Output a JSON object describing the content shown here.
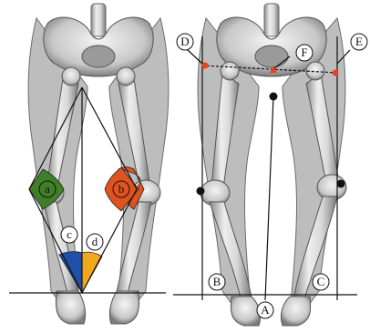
{
  "left_panel": {
    "labels": {
      "a": "a",
      "b": "b",
      "c": "c",
      "d": "d"
    },
    "colors": {
      "a": "#3f7f28",
      "b": "#e0531f",
      "c": "#1f4fa8",
      "d": "#f2a81d"
    }
  },
  "right_panel": {
    "labels": {
      "A": "A",
      "B": "B",
      "C": "C",
      "D": "D",
      "E": "E",
      "F": "F"
    },
    "colors": {
      "marker": "#e8431a",
      "point": "#111111"
    }
  }
}
